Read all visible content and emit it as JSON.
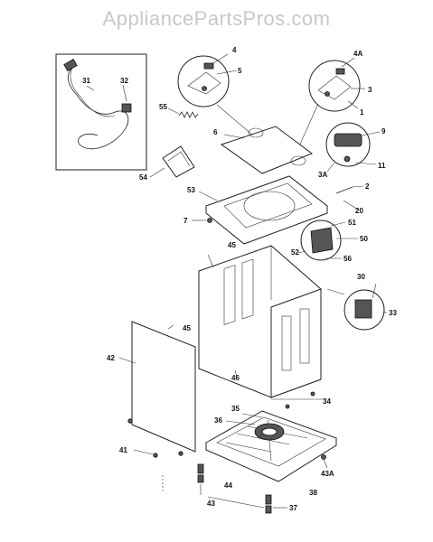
{
  "watermark": "AppliancePartsPros.com",
  "callouts": [
    {
      "id": "31",
      "text": "31"
    },
    {
      "id": "32",
      "text": "32"
    },
    {
      "id": "4",
      "text": "4"
    },
    {
      "id": "5",
      "text": "5"
    },
    {
      "id": "4A",
      "text": "4A"
    },
    {
      "id": "3",
      "text": "3"
    },
    {
      "id": "1",
      "text": "1"
    },
    {
      "id": "55",
      "text": "55"
    },
    {
      "id": "6",
      "text": "6"
    },
    {
      "id": "9",
      "text": "9"
    },
    {
      "id": "11",
      "text": "11"
    },
    {
      "id": "3A",
      "text": "3A"
    },
    {
      "id": "54",
      "text": "54"
    },
    {
      "id": "53",
      "text": "53"
    },
    {
      "id": "2",
      "text": "2"
    },
    {
      "id": "20",
      "text": "20"
    },
    {
      "id": "7",
      "text": "7"
    },
    {
      "id": "51",
      "text": "51"
    },
    {
      "id": "50",
      "text": "50"
    },
    {
      "id": "52",
      "text": "52"
    },
    {
      "id": "56",
      "text": "56"
    },
    {
      "id": "45a",
      "text": "45"
    },
    {
      "id": "30",
      "text": "30"
    },
    {
      "id": "33",
      "text": "33"
    },
    {
      "id": "45b",
      "text": "45"
    },
    {
      "id": "42",
      "text": "42"
    },
    {
      "id": "46",
      "text": "46"
    },
    {
      "id": "34",
      "text": "34"
    },
    {
      "id": "35",
      "text": "35"
    },
    {
      "id": "36",
      "text": "36"
    },
    {
      "id": "41",
      "text": "41"
    },
    {
      "id": "43A",
      "text": "43A"
    },
    {
      "id": "38",
      "text": "38"
    },
    {
      "id": "44",
      "text": "44"
    },
    {
      "id": "43",
      "text": "43"
    },
    {
      "id": "37",
      "text": "37"
    }
  ]
}
